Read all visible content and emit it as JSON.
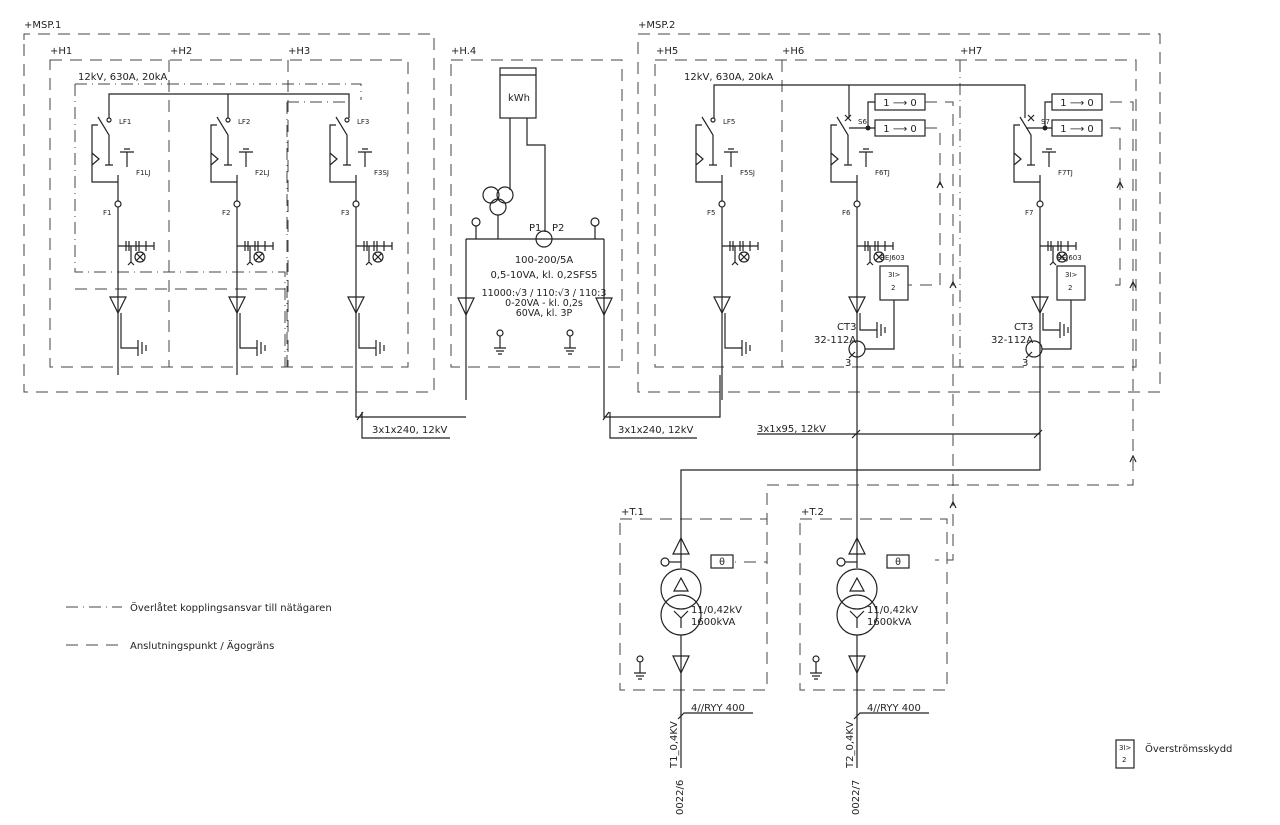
{
  "panels": {
    "msp1": "+MSP.1",
    "msp2": "+MSP.2",
    "h1": "+H1",
    "h2": "+H2",
    "h3": "+H3",
    "h4": "+H.4",
    "h5": "+H5",
    "h6": "+H6",
    "h7": "+H7",
    "t1": "+T.1",
    "t2": "+T.2"
  },
  "busbar_rating_1": "12kV, 630A, 20kA",
  "busbar_rating_2": "12kV, 630A, 20kA",
  "feeders": [
    {
      "switch": "LF1",
      "earth": "F1LJ",
      "node": "F1"
    },
    {
      "switch": "LF2",
      "earth": "F2LJ",
      "node": "F2"
    },
    {
      "switch": "LF3",
      "earth": "F3SJ",
      "node": "F3"
    },
    {
      "switch": "LF5",
      "earth": "F5SJ",
      "node": "F5"
    },
    {
      "switch": "S6",
      "earth": "F6TJ",
      "node": "F6"
    },
    {
      "switch": "S7",
      "earth": "F7TJ",
      "node": "F7"
    }
  ],
  "trip_units": [
    "1 ⟶ 0",
    "1 ⟶ 0",
    "1 ⟶ 0",
    "1 ⟶ 0"
  ],
  "relays": [
    {
      "name": "REJ603",
      "symbol_top": "3I>",
      "symbol_bottom": "2"
    },
    {
      "name": "REJ603",
      "symbol_top": "3I>",
      "symbol_bottom": "2"
    }
  ],
  "current_transformers": [
    {
      "name": "CT3",
      "range": "32-112A",
      "count": "3"
    },
    {
      "name": "CT3",
      "range": "32-112A",
      "count": "3"
    }
  ],
  "metering": {
    "meter": "kWh",
    "p1": "P1",
    "p2": "P2",
    "line1": "100-200/5A",
    "line2": "0,5-10VA, kl. 0,2SFS5",
    "line3": "11000:√3 / 110:√3 / 110:3",
    "line4": "0-20VA  -  kl. 0,2s",
    "line5": "60VA, kl. 3P"
  },
  "cables": {
    "c1": "3x1x240, 12kV",
    "c2": "3x1x240, 12kV",
    "c3": "3x1x95, 12kV",
    "lv1": "4//RYY 400",
    "lv2": "4//RYY 400"
  },
  "transformers": [
    {
      "rating": "11/0,42kV",
      "power": "1600kVA",
      "temp": "θ",
      "outgoing": "T1_0,4KV",
      "ref": "0022/6"
    },
    {
      "rating": "11/0,42kV",
      "power": "1600kVA",
      "temp": "θ",
      "outgoing": "T2_0,4KV",
      "ref": "0022/7"
    }
  ],
  "legend": {
    "dashdot": "Överlåtet kopplingsansvar till nätägaren",
    "dashed": "Anslutningspunkt / Ägogräns",
    "relay_top": "3I>",
    "relay_bottom": "2",
    "relay": "Överströmsskydd"
  }
}
